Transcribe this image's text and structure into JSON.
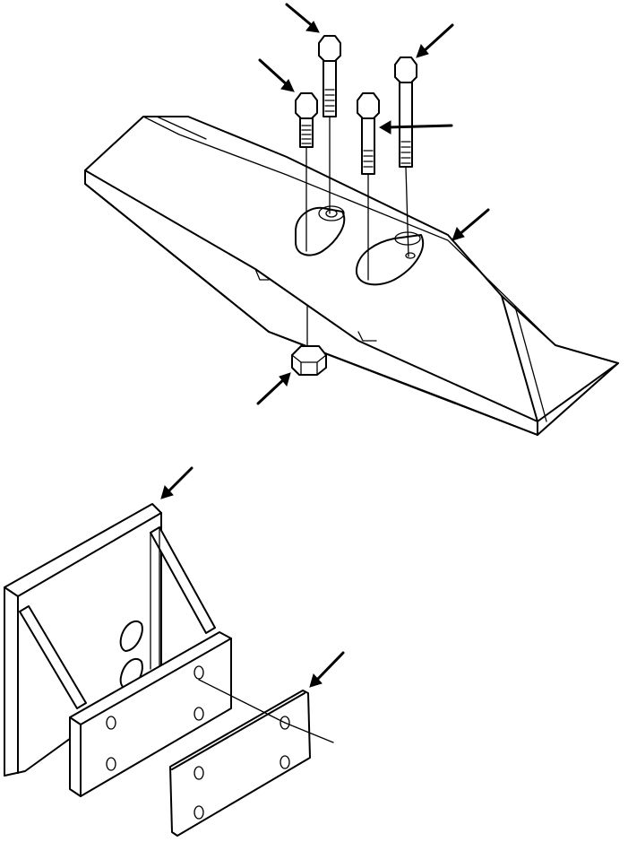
{
  "diagram": {
    "parts": [
      "cutting-edge-bit",
      "bolt-long",
      "bolt-short",
      "nut",
      "bracket",
      "plate"
    ],
    "colors": {
      "line": "#000000",
      "background": "#ffffff"
    }
  }
}
